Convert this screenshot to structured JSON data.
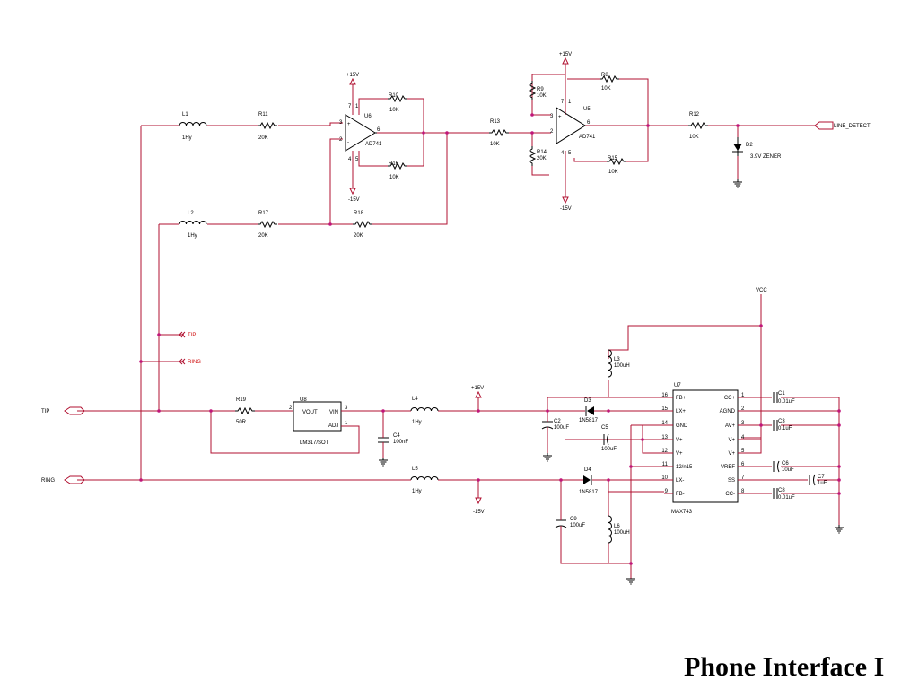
{
  "title": "Phone Interface I",
  "ports": {
    "tip_in": "TIP",
    "ring_in": "RING",
    "tip_out": "TIP",
    "ring_out": "RING",
    "line_detect": "LINE_DETECT",
    "vcc": "VCC"
  },
  "rails": {
    "pos15": "+15V",
    "neg15": "-15V"
  },
  "comps": {
    "L1": {
      "ref": "L1",
      "val": "1Hy"
    },
    "L2": {
      "ref": "L2",
      "val": "1Hy"
    },
    "R11": {
      "ref": "R11",
      "val": "20K"
    },
    "R17": {
      "ref": "R17",
      "val": "20K"
    },
    "R10": {
      "ref": "R10",
      "val": "10K"
    },
    "R16": {
      "ref": "R16",
      "val": "10K"
    },
    "R18": {
      "ref": "R18",
      "val": "20K"
    },
    "U6": {
      "ref": "U6",
      "val": "AD741"
    },
    "R13": {
      "ref": "R13",
      "val": "10K"
    },
    "R9": {
      "ref": "R9",
      "val": "10K"
    },
    "R14": {
      "ref": "R14",
      "val": "20K"
    },
    "R8": {
      "ref": "R8",
      "val": "10K"
    },
    "R15": {
      "ref": "R15",
      "val": "10K"
    },
    "U5": {
      "ref": "U5",
      "val": "AD741"
    },
    "R12": {
      "ref": "R12",
      "val": "10K"
    },
    "D2": {
      "ref": "D2",
      "val": "3.9V ZENER"
    },
    "R19": {
      "ref": "R19",
      "val": "50R"
    },
    "U8": {
      "ref": "U8",
      "val": "LM317/SOT",
      "vout": "VOUT",
      "vin": "VIN",
      "adj": "ADJ"
    },
    "C4": {
      "ref": "C4",
      "val": "100nF"
    },
    "L4": {
      "ref": "L4",
      "val": "1Hy"
    },
    "L5": {
      "ref": "L5",
      "val": "1Hy"
    },
    "L3": {
      "ref": "L3",
      "val": "100uH"
    },
    "L6": {
      "ref": "L6",
      "val": "100uH"
    },
    "D3": {
      "ref": "D3",
      "val": "1N5817"
    },
    "D4": {
      "ref": "D4",
      "val": "1N5817"
    },
    "C2": {
      "ref": "C2",
      "val": "100uF"
    },
    "C5": {
      "ref": "C5",
      "val": "100uF"
    },
    "C9": {
      "ref": "C9",
      "val": "100uF"
    },
    "C1": {
      "ref": "C1",
      "val": "0.01uF"
    },
    "C3": {
      "ref": "C3",
      "val": "0.1uF"
    },
    "C6": {
      "ref": "C6",
      "val": "10uF"
    },
    "C7": {
      "ref": "C7",
      "val": "1uF"
    },
    "C8": {
      "ref": "C8",
      "val": "0.01uF"
    },
    "U7": {
      "ref": "U7",
      "val": "MAX743"
    }
  },
  "opamp_pins": {
    "u6": {
      "p3": "3",
      "p2": "2",
      "p6": "6",
      "p7": "7",
      "p4": "4",
      "p1": "1",
      "p5": "5"
    },
    "u5": {
      "p3": "3",
      "p2": "2",
      "p6": "6",
      "p7": "7",
      "p4": "4",
      "p1": "1",
      "p5": "5"
    },
    "u8": {
      "p2": "2",
      "p3": "3",
      "p1": "1"
    }
  },
  "u7_pins": {
    "left": [
      {
        "num": "16",
        "name": "FB+"
      },
      {
        "num": "15",
        "name": "LX+"
      },
      {
        "num": "14",
        "name": "GND"
      },
      {
        "num": "13",
        "name": "V+"
      },
      {
        "num": "12",
        "name": "V+"
      },
      {
        "num": "11",
        "name": "12/n15"
      },
      {
        "num": "10",
        "name": "LX-"
      },
      {
        "num": "9",
        "name": "FB-"
      }
    ],
    "right": [
      {
        "num": "1",
        "name": "CC+"
      },
      {
        "num": "2",
        "name": "AGND"
      },
      {
        "num": "3",
        "name": "AV+"
      },
      {
        "num": "4",
        "name": "V+"
      },
      {
        "num": "5",
        "name": "V+"
      },
      {
        "num": "6",
        "name": "VREF"
      },
      {
        "num": "7",
        "name": "SS"
      },
      {
        "num": "8",
        "name": "CC-"
      }
    ]
  }
}
